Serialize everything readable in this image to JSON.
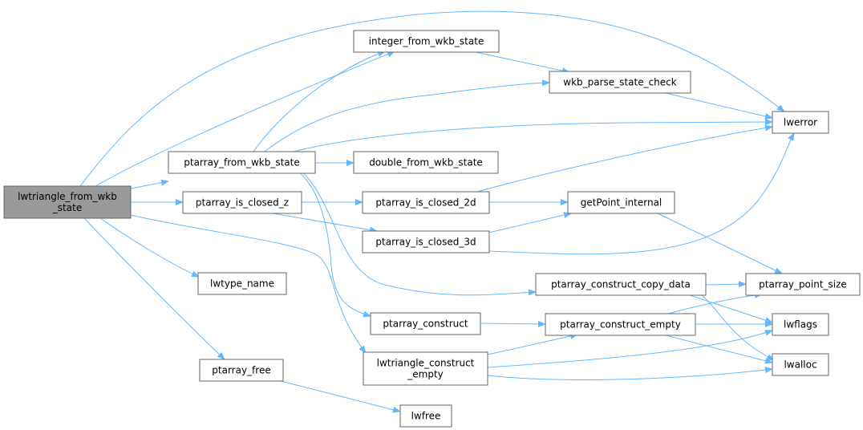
{
  "root": "lwtriangle_from_wkb_state",
  "nodes": {
    "lwtriangle_from_wkb_state": [
      "lwtriangle_from_wkb",
      "_state"
    ],
    "integer_from_wkb_state": [
      "integer_from_wkb_state"
    ],
    "wkb_parse_state_check": [
      "wkb_parse_state_check"
    ],
    "lwerror": [
      "lwerror"
    ],
    "ptarray_from_wkb_state": [
      "ptarray_from_wkb_state"
    ],
    "double_from_wkb_state": [
      "double_from_wkb_state"
    ],
    "ptarray_is_closed_z": [
      "ptarray_is_closed_z"
    ],
    "ptarray_is_closed_2d": [
      "ptarray_is_closed_2d"
    ],
    "getPoint_internal": [
      "getPoint_internal"
    ],
    "ptarray_is_closed_3d": [
      "ptarray_is_closed_3d"
    ],
    "lwtype_name": [
      "lwtype_name"
    ],
    "ptarray_construct_copy_data": [
      "ptarray_construct_copy_data"
    ],
    "ptarray_point_size": [
      "ptarray_point_size"
    ],
    "ptarray_construct": [
      "ptarray_construct"
    ],
    "ptarray_construct_empty": [
      "ptarray_construct_empty"
    ],
    "lwflags": [
      "lwflags"
    ],
    "lwtriangle_construct_empty": [
      "lwtriangle_construct",
      "_empty"
    ],
    "lwalloc": [
      "lwalloc"
    ],
    "ptarray_free": [
      "ptarray_free"
    ],
    "lwfree": [
      "lwfree"
    ]
  },
  "edges": [
    [
      "lwtriangle_from_wkb_state",
      "integer_from_wkb_state"
    ],
    [
      "lwtriangle_from_wkb_state",
      "lwerror"
    ],
    [
      "lwtriangle_from_wkb_state",
      "ptarray_from_wkb_state"
    ],
    [
      "lwtriangle_from_wkb_state",
      "ptarray_is_closed_z"
    ],
    [
      "lwtriangle_from_wkb_state",
      "lwtype_name"
    ],
    [
      "lwtriangle_from_wkb_state",
      "lwtriangle_construct_empty"
    ],
    [
      "lwtriangle_from_wkb_state",
      "ptarray_free"
    ],
    [
      "integer_from_wkb_state",
      "wkb_parse_state_check"
    ],
    [
      "wkb_parse_state_check",
      "lwerror"
    ],
    [
      "ptarray_from_wkb_state",
      "integer_from_wkb_state"
    ],
    [
      "ptarray_from_wkb_state",
      "wkb_parse_state_check"
    ],
    [
      "ptarray_from_wkb_state",
      "lwerror"
    ],
    [
      "ptarray_from_wkb_state",
      "double_from_wkb_state"
    ],
    [
      "ptarray_from_wkb_state",
      "ptarray_construct_copy_data"
    ],
    [
      "ptarray_from_wkb_state",
      "ptarray_construct"
    ],
    [
      "ptarray_is_closed_z",
      "ptarray_is_closed_2d"
    ],
    [
      "ptarray_is_closed_z",
      "ptarray_is_closed_3d"
    ],
    [
      "ptarray_is_closed_2d",
      "lwerror"
    ],
    [
      "ptarray_is_closed_2d",
      "getPoint_internal"
    ],
    [
      "ptarray_is_closed_3d",
      "getPoint_internal"
    ],
    [
      "ptarray_is_closed_3d",
      "lwerror"
    ],
    [
      "getPoint_internal",
      "ptarray_point_size"
    ],
    [
      "ptarray_construct_copy_data",
      "ptarray_point_size"
    ],
    [
      "ptarray_construct_copy_data",
      "lwflags"
    ],
    [
      "ptarray_construct_copy_data",
      "lwalloc"
    ],
    [
      "ptarray_construct",
      "ptarray_construct_empty"
    ],
    [
      "ptarray_construct_empty",
      "ptarray_point_size"
    ],
    [
      "ptarray_construct_empty",
      "lwflags"
    ],
    [
      "ptarray_construct_empty",
      "lwalloc"
    ],
    [
      "lwtriangle_construct_empty",
      "ptarray_construct_empty"
    ],
    [
      "lwtriangle_construct_empty",
      "lwflags"
    ],
    [
      "lwtriangle_construct_empty",
      "lwalloc"
    ],
    [
      "ptarray_free",
      "lwfree"
    ]
  ]
}
